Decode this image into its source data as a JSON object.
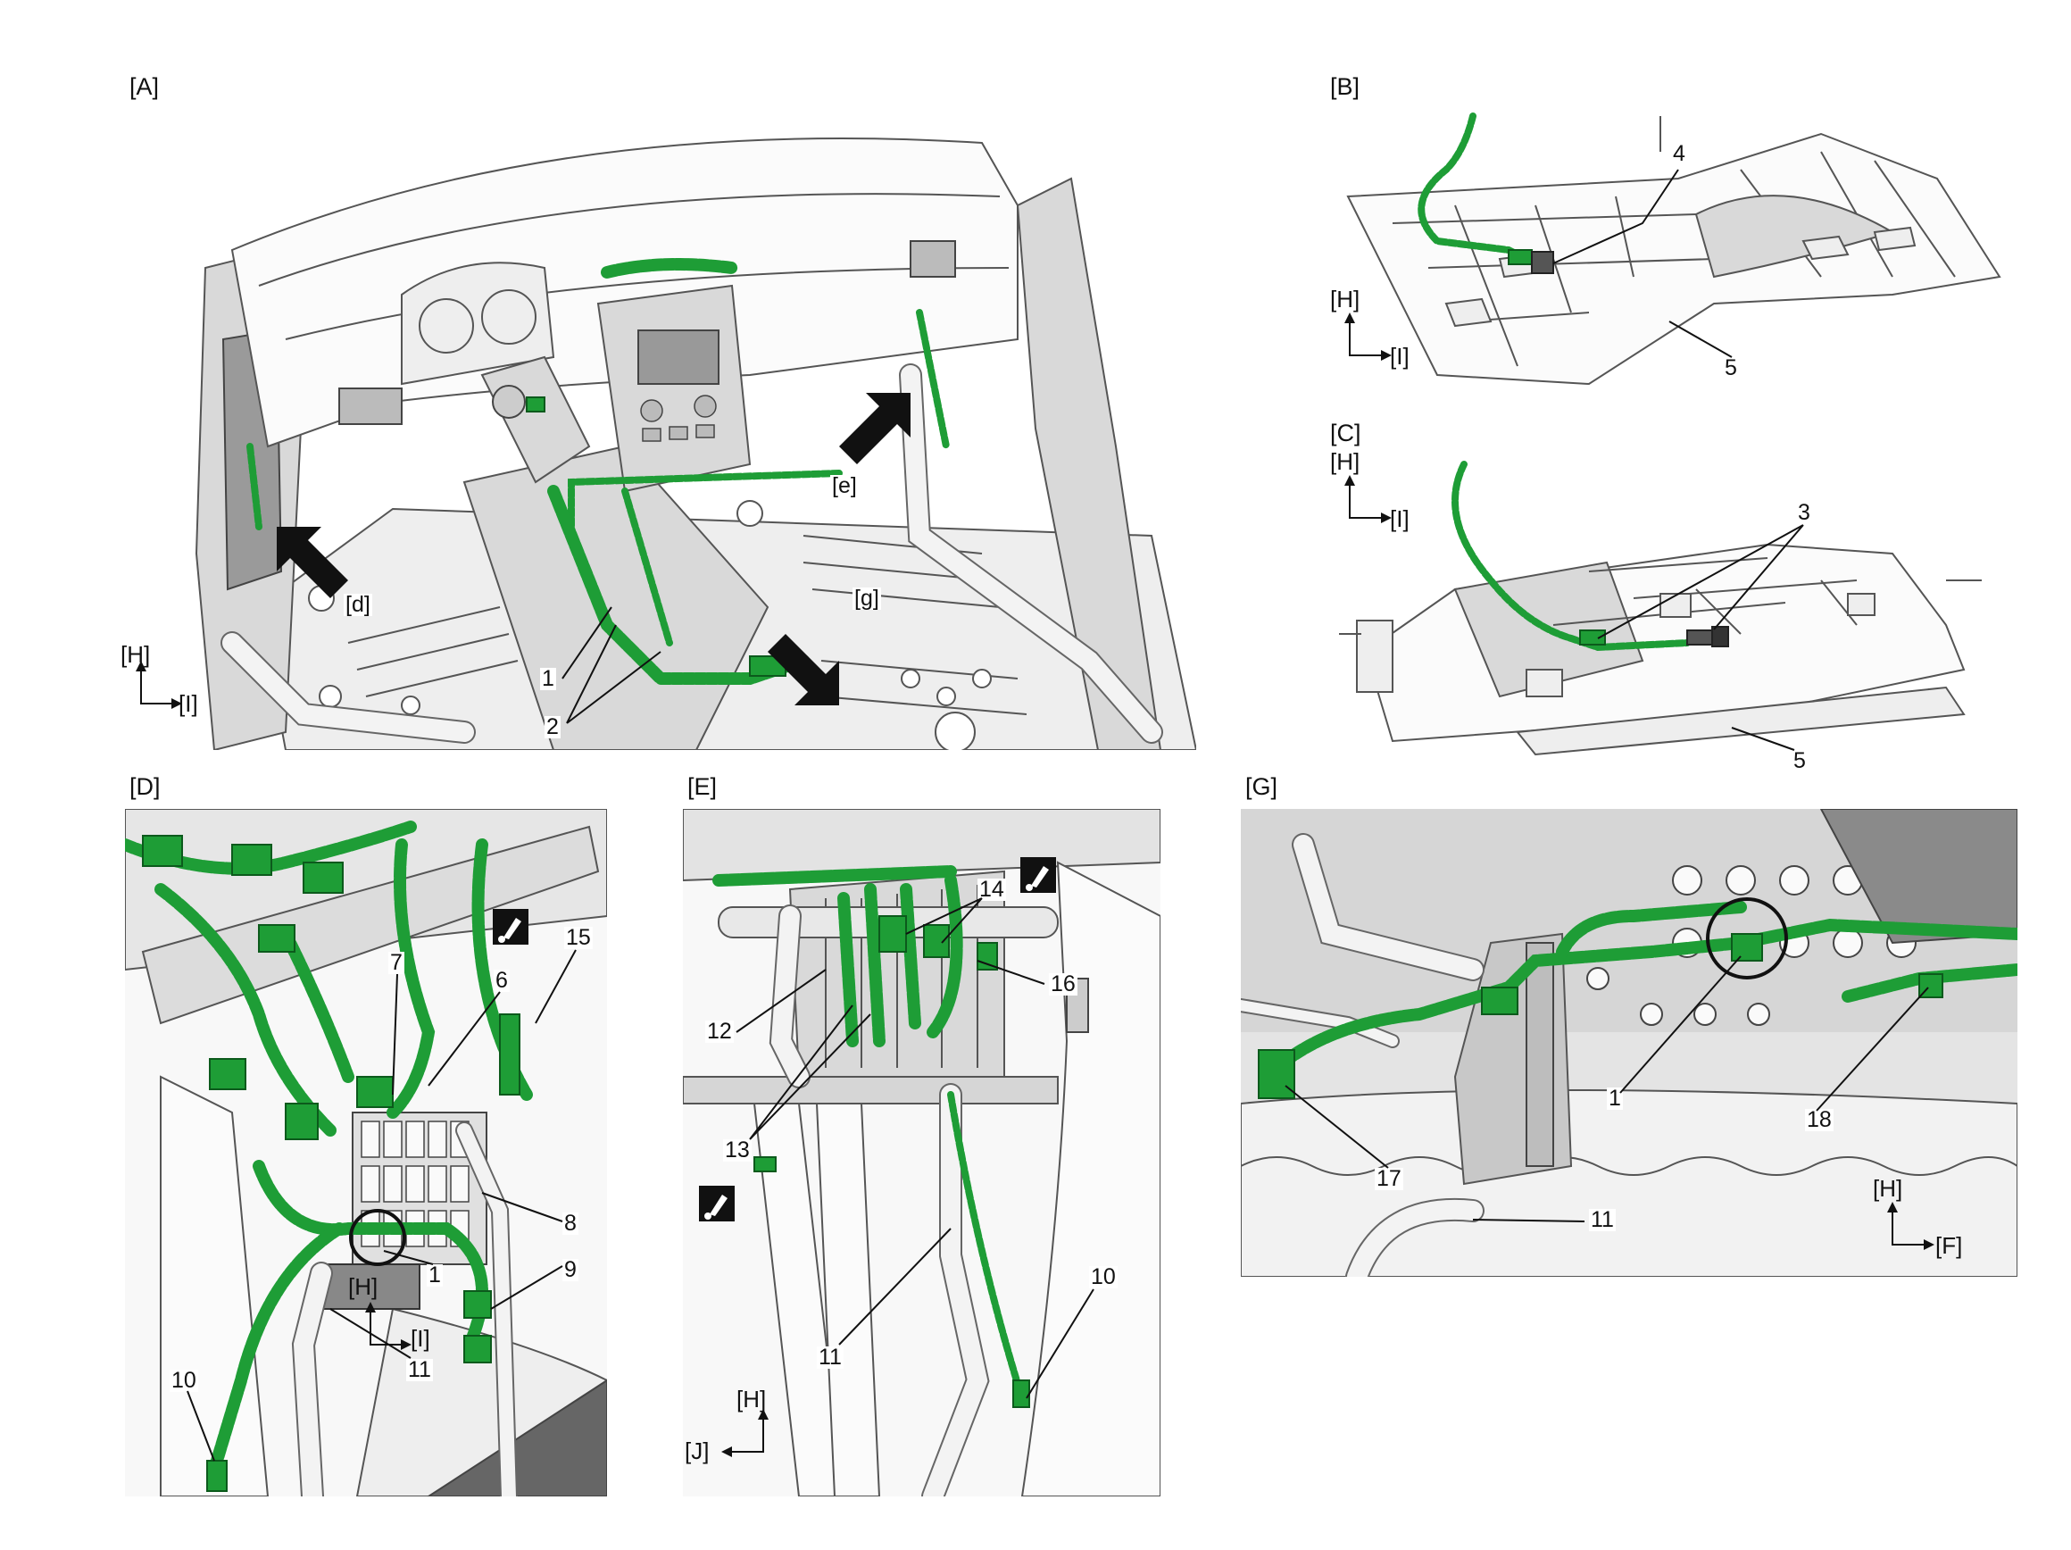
{
  "panels": {
    "A": {
      "label": "[A]",
      "callouts": [
        "1",
        "2"
      ],
      "views": [
        "[d]",
        "[e]",
        "[g]"
      ],
      "axis_up": "[H]",
      "axis_right": "[I]"
    },
    "B": {
      "label": "[B]",
      "callouts": [
        "4",
        "5"
      ],
      "axis_up": "[H]",
      "axis_right": "[I]"
    },
    "C": {
      "label": "[C]",
      "callouts": [
        "3",
        "5"
      ],
      "axis_up": "[H]",
      "axis_right": "[I]"
    },
    "D": {
      "label": "[D]",
      "callouts": [
        "7",
        "6",
        "15",
        "8",
        "9",
        "1",
        "10",
        "11"
      ],
      "axis_up": "[H]",
      "axis_right": "[I]"
    },
    "E": {
      "label": "[E]",
      "callouts": [
        "14",
        "16",
        "12",
        "13",
        "10",
        "11"
      ],
      "axis_up": "[H]",
      "axis_left": "[J]"
    },
    "G": {
      "label": "[G]",
      "callouts": [
        "1",
        "17",
        "18",
        "11"
      ],
      "axis_up": "[H]",
      "axis_right": "[F]"
    }
  },
  "colors": {
    "harness": "#1e9d36",
    "body": "#d9d9d9",
    "outline": "#555555"
  },
  "icons": [
    "grease-apply-icon",
    "grease-apply-icon",
    "grease-apply-icon"
  ]
}
